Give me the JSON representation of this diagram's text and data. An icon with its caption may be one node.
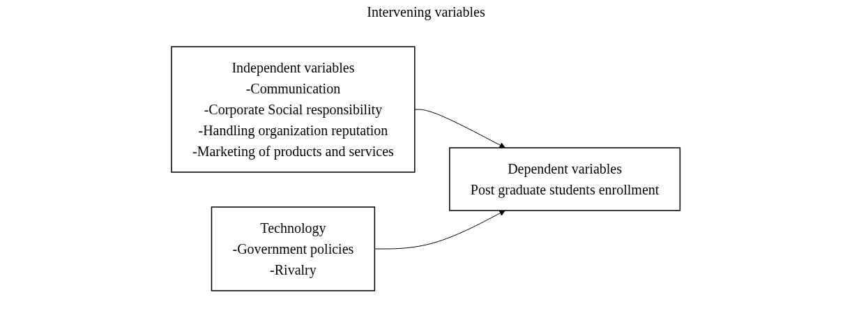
{
  "diagram": {
    "nodes": [
      {
        "text": [
          "Independent variables",
          "-Communication",
          "-Corporate Social responsibility",
          "-Handling organization reputation",
          "-Marketing of products and services"
        ]
      },
      {
        "text": [
          "Dependent variables",
          "Post graduate students enrollment"
        ]
      },
      {
        "text": [
          "Technology",
          "-Government policies",
          "-Rivalry"
        ]
      }
    ],
    "edges": [
      {
        "from": 0,
        "to": 1,
        "arrow": "to"
      },
      {
        "from": 2,
        "to": 1,
        "arrow": "to"
      }
    ],
    "labels": [
      "Intervening variables"
    ]
  }
}
